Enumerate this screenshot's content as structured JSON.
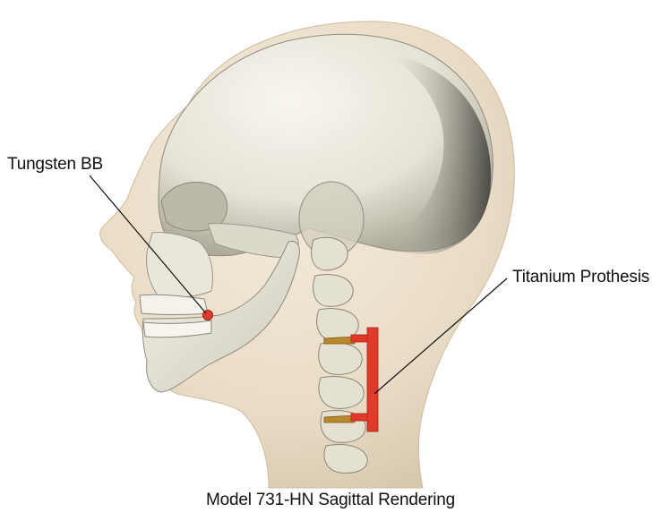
{
  "labels": {
    "tungsten_bb": "Tungsten BB",
    "titanium_prosthesis": "Titanium Prothesis"
  },
  "caption": "Model 731-HN Sagittal Rendering",
  "colors": {
    "soft_tissue": "#e9dcc6",
    "bone": "#ebe8dc",
    "prosthesis": "#e23a2a",
    "screw": "#b88a2c",
    "background": "#ffffff",
    "leader_line": "#111111"
  },
  "icons": {
    "head": "head-phantom-render",
    "bb": "red-dot-marker"
  }
}
